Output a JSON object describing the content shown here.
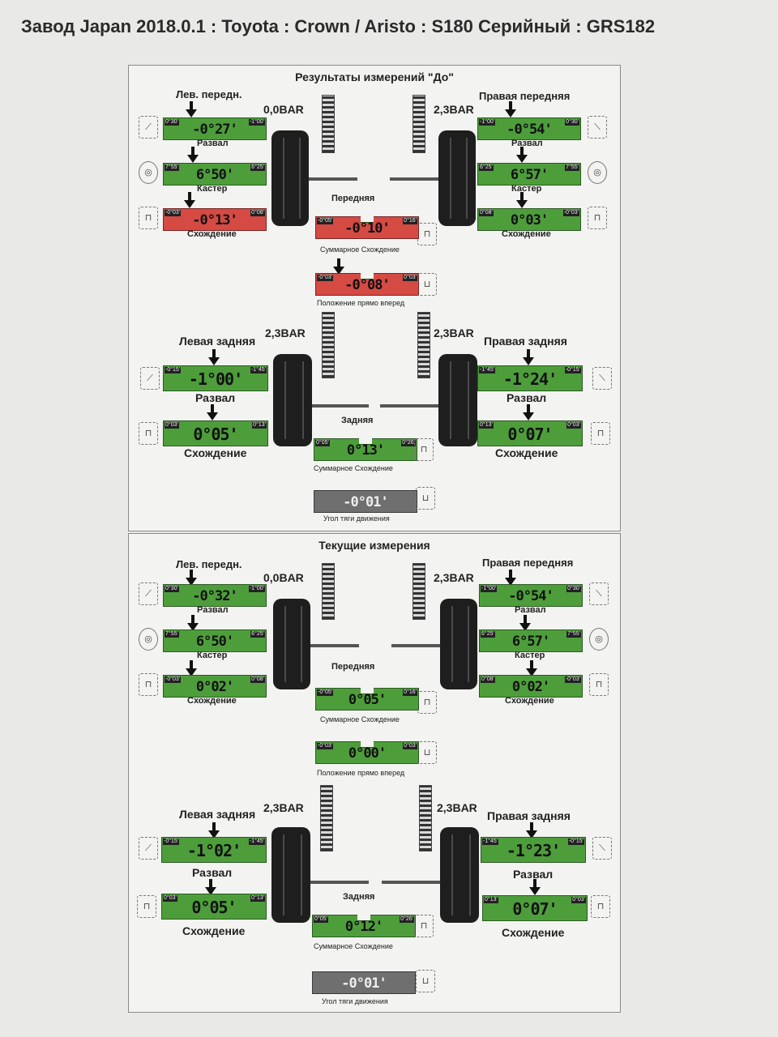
{
  "header": "Завод Japan 2018.0.1 : Toyota : Crown / Aristo : S180 Серийный : GRS182",
  "labels": {
    "left_front": "Лев. передн.",
    "right_front": "Правая передняя",
    "left_rear": "Левая задняя",
    "right_rear": "Правая задняя",
    "camber": "Развал",
    "caster": "Кастер",
    "toe": "Схождение",
    "front": "Передняя",
    "rear": "Задняя",
    "total_toe": "Суммарное Схождение",
    "straight_ahead": "Положение прямо вперед",
    "thrust_angle": "Угол тяги движения"
  },
  "panel_before": {
    "title": "Результаты измерений \"До\"",
    "pressure_lf": "0,0BAR",
    "pressure_rf": "2,3BAR",
    "pressure_lr": "2,3BAR",
    "pressure_rr": "2,3BAR",
    "lf_camber": {
      "min": "0°30'",
      "max": "-1°00'",
      "value": "-0°27'"
    },
    "lf_caster": {
      "min": "7°55'",
      "max": "6°25'",
      "value": "6°50'"
    },
    "lf_toe": {
      "min": "-0°03'",
      "max": "0°08'",
      "value": "-0°13'"
    },
    "rf_camber": {
      "min": "-1°00'",
      "max": "0°30'",
      "value": "-0°54'"
    },
    "rf_caster": {
      "min": "6°25'",
      "max": "7°55'",
      "value": "6°57'"
    },
    "rf_toe": {
      "min": "0°08'",
      "max": "-0°03'",
      "value": "0°03'"
    },
    "front_total_toe": {
      "min": "-0°05'",
      "max": "0°16'",
      "value": "-0°10'"
    },
    "straight_ahead": {
      "min": "-0°03'",
      "max": "0°03'",
      "value": "-0°08'"
    },
    "lr_camber": {
      "min": "-0°15'",
      "max": "-1°45'",
      "value": "-1°00'"
    },
    "lr_toe": {
      "min": "0°03'",
      "max": "0°13'",
      "value": "0°05'"
    },
    "rr_camber": {
      "min": "-1°45'",
      "max": "-0°15'",
      "value": "-1°24'"
    },
    "rr_toe": {
      "min": "0°13'",
      "max": "0°03'",
      "value": "0°07'"
    },
    "rear_total_toe": {
      "min": "0°05'",
      "max": "0°26'",
      "value": "0°13'"
    },
    "thrust_angle": {
      "value": "-0°01'"
    }
  },
  "panel_current": {
    "title": "Текущие измерения",
    "pressure_lf": "0,0BAR",
    "pressure_rf": "2,3BAR",
    "pressure_lr": "2,3BAR",
    "pressure_rr": "2,3BAR",
    "lf_camber": {
      "min": "0°30'",
      "max": "-1°00'",
      "value": "-0°32'"
    },
    "lf_caster": {
      "min": "7°55'",
      "max": "6°25'",
      "value": "6°50'"
    },
    "lf_toe": {
      "min": "-0°03'",
      "max": "0°08'",
      "value": "0°02'"
    },
    "rf_camber": {
      "min": "-1°00'",
      "max": "0°30'",
      "value": "-0°54'"
    },
    "rf_caster": {
      "min": "6°25'",
      "max": "7°55'",
      "value": "6°57'"
    },
    "rf_toe": {
      "min": "0°08'",
      "max": "-0°03'",
      "value": "0°02'"
    },
    "front_total_toe": {
      "min": "-0°05'",
      "max": "0°16'",
      "value": "0°05'"
    },
    "straight_ahead": {
      "min": "-0°03'",
      "max": "0°03'",
      "value": "0°00'"
    },
    "lr_camber": {
      "min": "-0°15'",
      "max": "-1°45'",
      "value": "-1°02'"
    },
    "lr_toe": {
      "min": "0°03'",
      "max": "0°13'",
      "value": "0°05'"
    },
    "rr_camber": {
      "min": "-1°45'",
      "max": "-0°15'",
      "value": "-1°23'"
    },
    "rr_toe": {
      "min": "0°13'",
      "max": "0°03'",
      "value": "0°07'"
    },
    "rear_total_toe": {
      "min": "0°05'",
      "max": "0°26'",
      "value": "0°12'"
    },
    "thrust_angle": {
      "value": "-0°01'"
    }
  },
  "colors": {
    "ok": "#4d9e3b",
    "out_of_range": "#d64a44",
    "neutral": "#6f6f6f"
  }
}
